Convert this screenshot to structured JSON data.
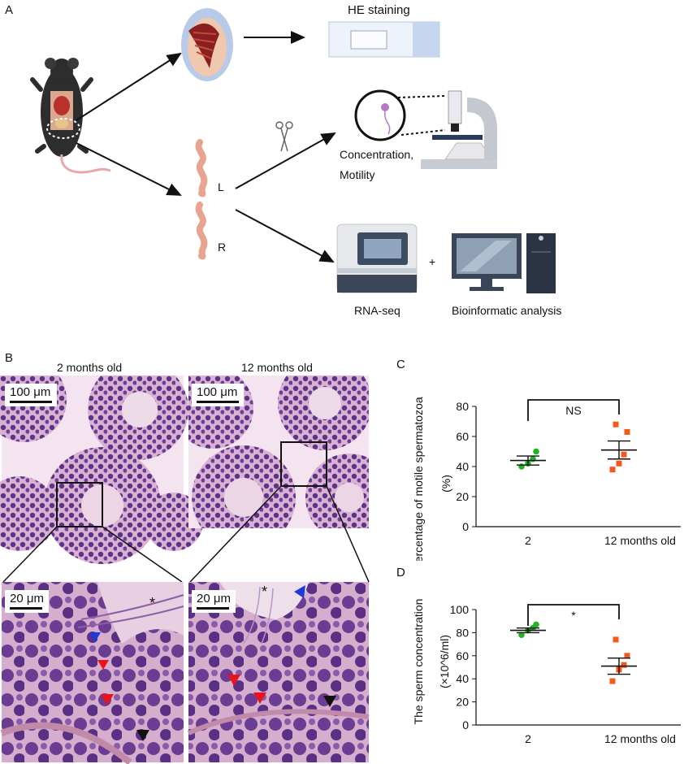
{
  "figure": {
    "panel_a": {
      "letter": "A",
      "he_label": "HE staining",
      "concentration_label": "Concentration,",
      "motility_label": "Motility",
      "left_label": "L",
      "right_label": "R",
      "plus": "+",
      "rnaseq_label": "RNA-seq",
      "bioinfo_label": "Bioinformatic analysis",
      "icons": [
        "mouse-icon",
        "testis-icon",
        "slide-icon",
        "scissors-icon",
        "microscope-icon",
        "epididymis-icon",
        "sequencer-icon",
        "computer-icon"
      ]
    },
    "panel_b": {
      "letter": "B",
      "col1_title": "2 months old",
      "col2_title": "12 months old",
      "scale_low": "100 μm",
      "scale_high": "20 μm",
      "asterisk": "*",
      "colors": {
        "tissue_bg": "#dcb8d4",
        "nuclei": "#5a2f86",
        "red_arrow": "#e8141d",
        "blue_arrow": "#1e39d6",
        "black_arrow": "#111111"
      }
    },
    "panel_c": {
      "letter": "C",
      "ylabel": "Percentage of motile spermatozoa",
      "ylabel_unit": "(%)",
      "sig": "NS"
    },
    "panel_d": {
      "letter": "D",
      "ylabel": "The sperm concentration",
      "ylabel_unit": "(×10^6/ml)",
      "sig": "*"
    }
  },
  "chart_data": [
    {
      "type": "scatter",
      "categories": [
        "2",
        "12 months old"
      ],
      "ylim": [
        0,
        80
      ],
      "yticks": [
        0,
        20,
        40,
        60,
        80
      ],
      "series": [
        {
          "points": [
            40,
            42,
            45,
            50
          ],
          "mean": 44,
          "sem": 3,
          "color": "#22b323",
          "marker": "circle"
        },
        {
          "points": [
            38,
            42,
            48,
            63,
            68
          ],
          "mean": 51,
          "sem": 6,
          "color": "#f25a1a",
          "marker": "square"
        }
      ],
      "annotation": "NS"
    },
    {
      "type": "scatter",
      "categories": [
        "2",
        "12 months old"
      ],
      "ylim": [
        0,
        100
      ],
      "yticks": [
        0,
        20,
        40,
        60,
        80,
        100
      ],
      "series": [
        {
          "points": [
            78,
            82,
            84,
            87
          ],
          "mean": 82,
          "sem": 2,
          "color": "#22b323",
          "marker": "circle"
        },
        {
          "points": [
            38,
            48,
            52,
            60,
            74
          ],
          "mean": 51,
          "sem": 7,
          "color": "#f25a1a",
          "marker": "square"
        }
      ],
      "annotation": "*"
    }
  ]
}
